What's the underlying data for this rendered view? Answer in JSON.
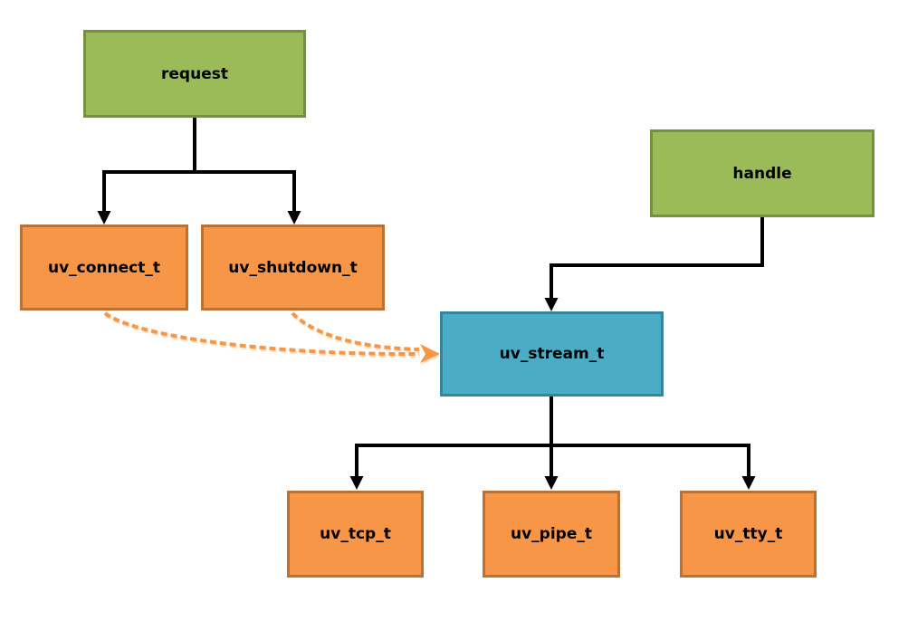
{
  "diagram": {
    "description": "libuv request and handle type hierarchy diagram",
    "nodes": {
      "request": {
        "label": "request",
        "kind": "green"
      },
      "handle": {
        "label": "handle",
        "kind": "green"
      },
      "uv_connect_t": {
        "label": "uv_connect_t",
        "kind": "orange"
      },
      "uv_shutdown_t": {
        "label": "uv_shutdown_t",
        "kind": "orange"
      },
      "uv_stream_t": {
        "label": "uv_stream_t",
        "kind": "blue"
      },
      "uv_tcp_t": {
        "label": "uv_tcp_t",
        "kind": "orange"
      },
      "uv_pipe_t": {
        "label": "uv_pipe_t",
        "kind": "orange"
      },
      "uv_tty_t": {
        "label": "uv_tty_t",
        "kind": "orange"
      }
    },
    "edges": [
      {
        "from": "request",
        "to": "uv_connect_t",
        "style": "solid"
      },
      {
        "from": "request",
        "to": "uv_shutdown_t",
        "style": "solid"
      },
      {
        "from": "handle",
        "to": "uv_stream_t",
        "style": "solid"
      },
      {
        "from": "uv_connect_t",
        "to": "uv_stream_t",
        "style": "dashed"
      },
      {
        "from": "uv_shutdown_t",
        "to": "uv_stream_t",
        "style": "dashed"
      },
      {
        "from": "uv_stream_t",
        "to": "uv_tcp_t",
        "style": "solid"
      },
      {
        "from": "uv_stream_t",
        "to": "uv_pipe_t",
        "style": "solid"
      },
      {
        "from": "uv_stream_t",
        "to": "uv_tty_t",
        "style": "solid"
      }
    ],
    "colors": {
      "green_fill": "#9BBB59",
      "green_border": "#74923E",
      "orange_fill": "#F79646",
      "orange_border": "#B97233",
      "blue_fill": "#4BACC6",
      "blue_border": "#35859B",
      "solid_connector": "#000000",
      "dashed_connector": "#F79646",
      "background": "#FFFFFF"
    }
  }
}
